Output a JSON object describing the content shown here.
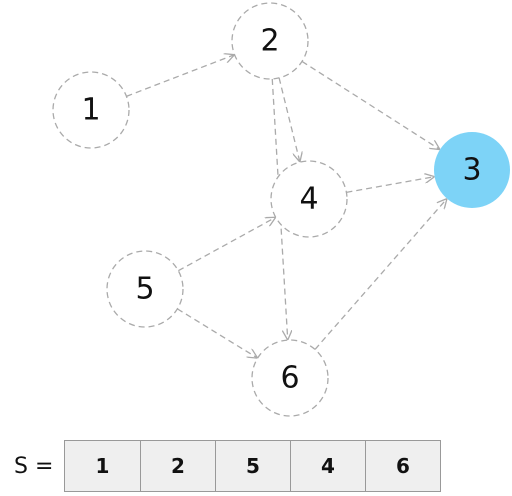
{
  "graph": {
    "nodes": [
      {
        "id": "1",
        "label": "1"
      },
      {
        "id": "2",
        "label": "2"
      },
      {
        "id": "3",
        "label": "3",
        "highlight": true
      },
      {
        "id": "4",
        "label": "4"
      },
      {
        "id": "5",
        "label": "5"
      },
      {
        "id": "6",
        "label": "6"
      }
    ],
    "edges": [
      {
        "from": "1",
        "to": "2"
      },
      {
        "from": "2",
        "to": "3"
      },
      {
        "from": "2",
        "to": "4"
      },
      {
        "from": "2",
        "to": "6"
      },
      {
        "from": "4",
        "to": "3"
      },
      {
        "from": "5",
        "to": "4"
      },
      {
        "from": "5",
        "to": "6"
      },
      {
        "from": "6",
        "to": "3"
      }
    ],
    "highlight_color": "#7dd3f7"
  },
  "sequence": {
    "label": "S =",
    "items": [
      "1",
      "2",
      "5",
      "4",
      "6"
    ]
  }
}
